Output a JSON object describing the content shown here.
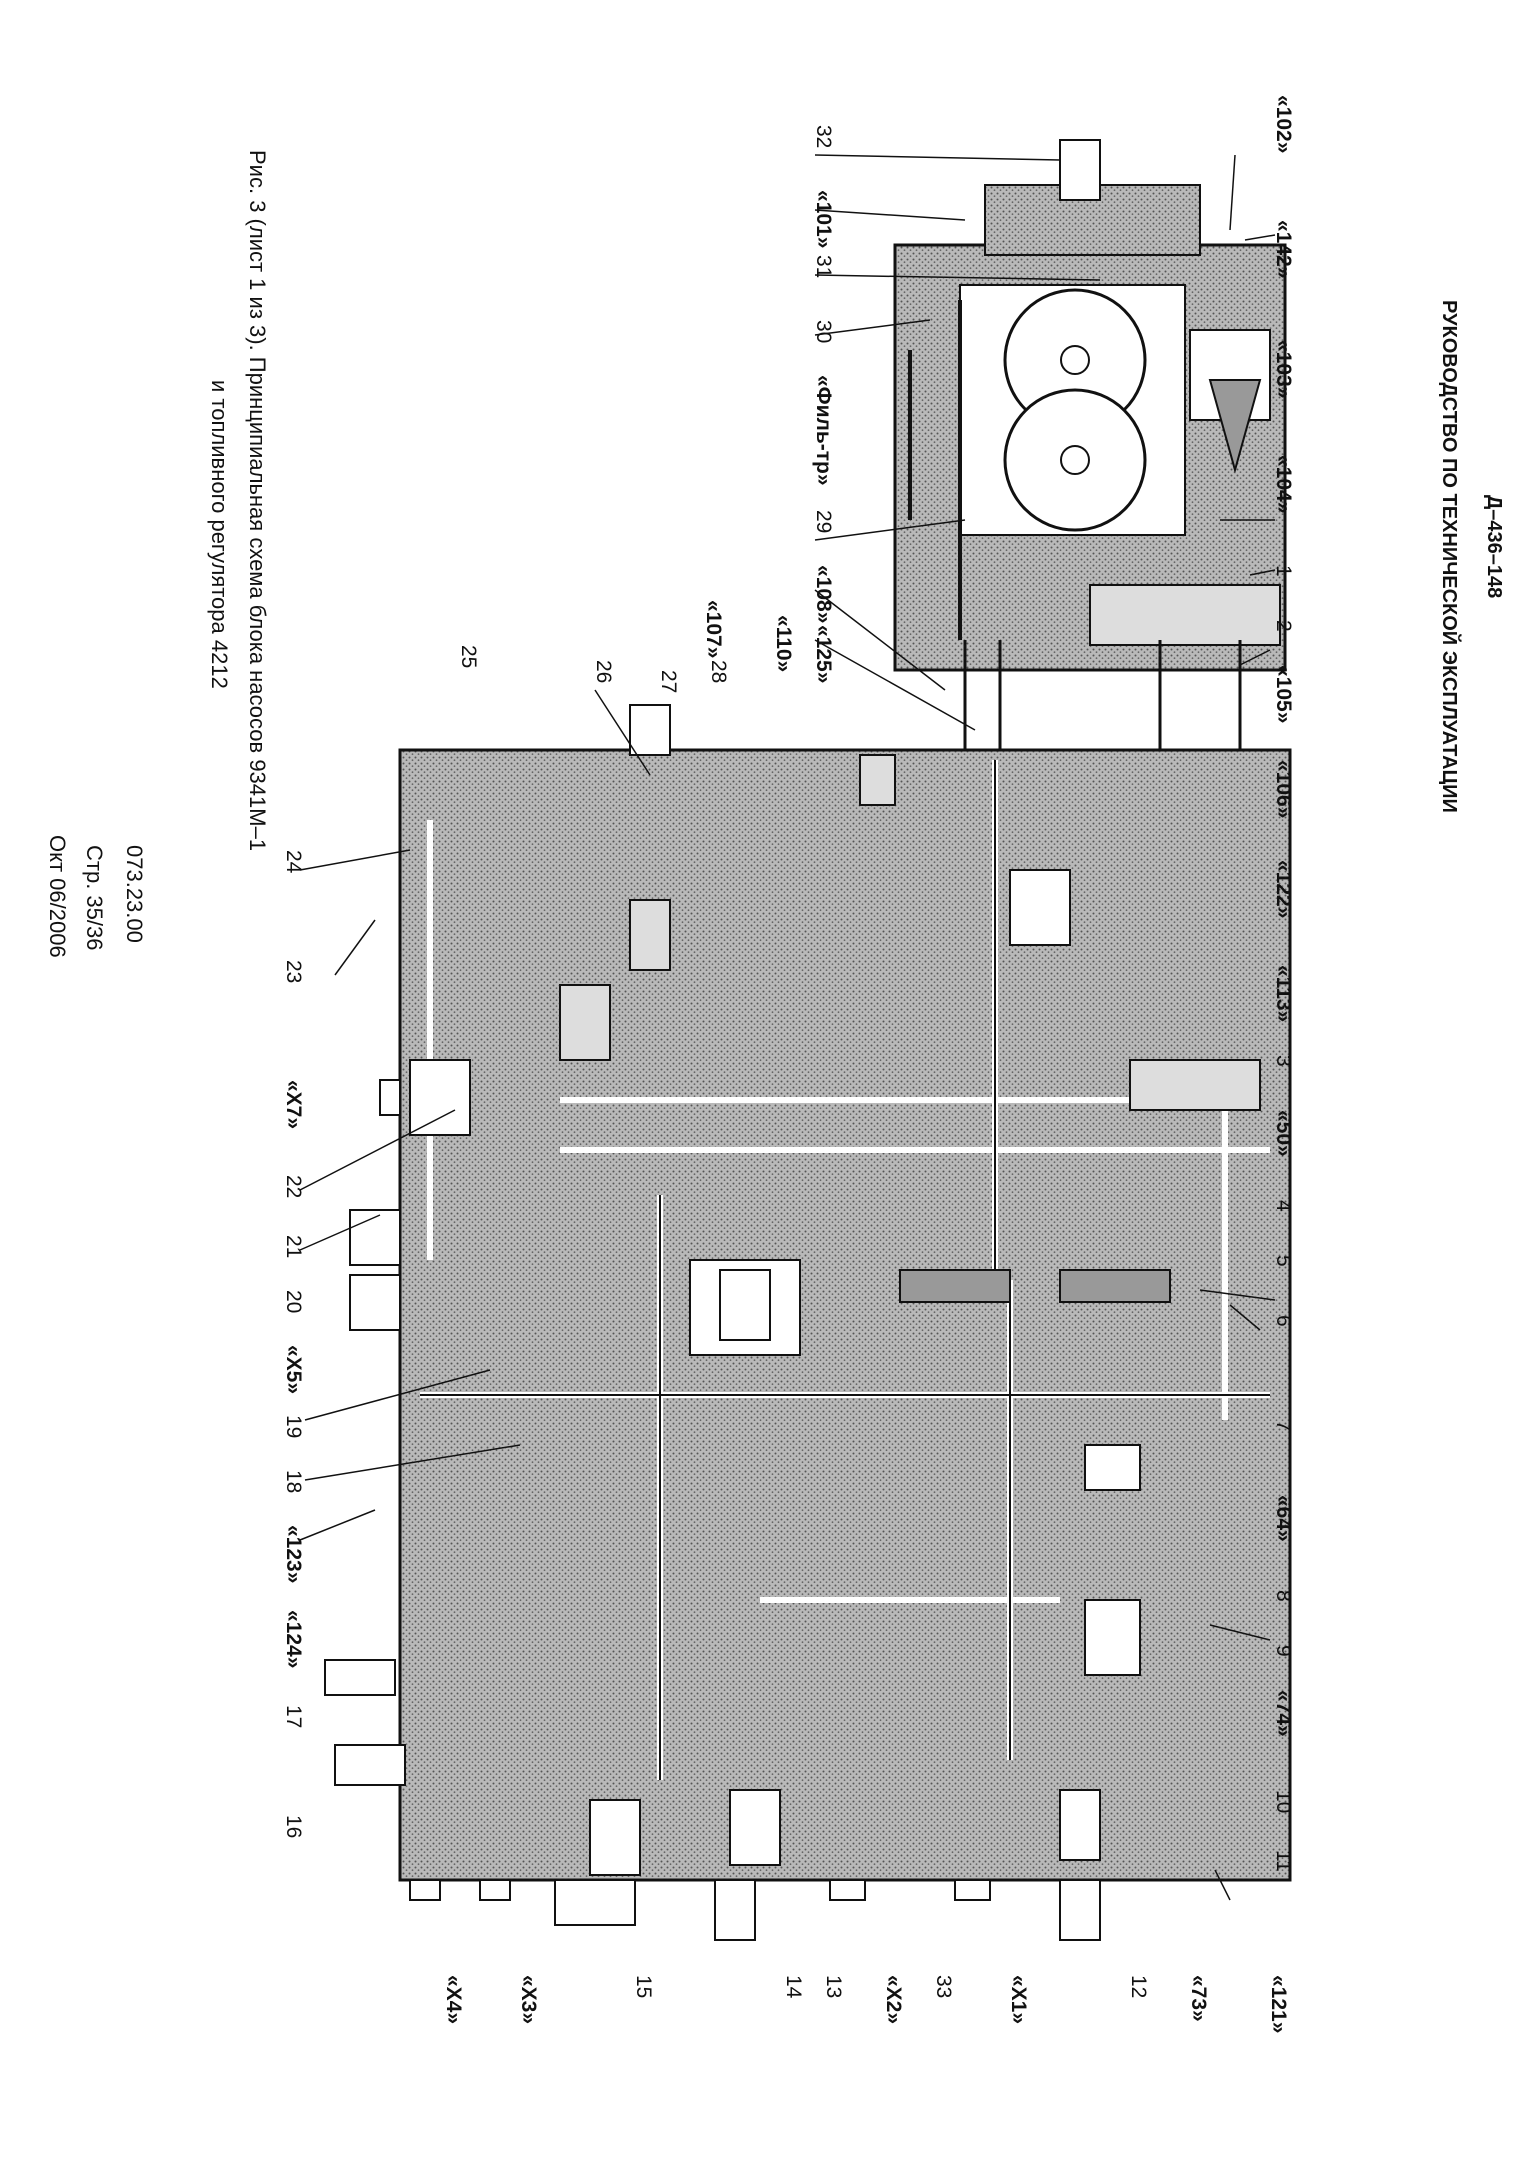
{
  "header": {
    "doc_code": "Д–436–148",
    "manual_title": "РУКОВОДСТВО ПО ТЕХНИЧЕСКОЙ ЭКСПЛУАТАЦИИ"
  },
  "caption": {
    "line1": "Рис. 3 (лист 1 из 3). Принципиальная схема блока насосов 9341М–1",
    "line2": "и топливного регулятора 4212"
  },
  "footer": {
    "ref": "073.23.00",
    "page": "Стр. 35/36",
    "date": "Окт 06/2006"
  },
  "labels_right": [
    "«102»",
    "«142»",
    "«103»",
    "«104»",
    "1",
    "2",
    "«105»",
    "«106»",
    "«122»",
    "«113»",
    "3",
    "«50»",
    "4",
    "5",
    "6",
    "7",
    "«64»",
    "8",
    "9",
    "«74»",
    "10",
    "11",
    "«73»",
    "«121»"
  ],
  "labels_left": [
    "32",
    "«101»",
    "31",
    "30",
    "«Филь-тр»",
    "29",
    "«108»",
    "«125»",
    "«110»",
    "28",
    "«107»",
    "27",
    "26",
    "25",
    "24",
    "23"
  ],
  "labels_bottom": [
    "«Х7»",
    "22",
    "21",
    "20",
    "«Х5»",
    "19",
    "18",
    "«123»",
    "«124»",
    "17",
    "16",
    "15",
    "«Х4»",
    "«Х3»",
    "14",
    "13",
    "«Х2»",
    "33",
    "«Х1»",
    "12"
  ],
  "colors": {
    "stipple": "#7a7a7a",
    "background": "#ffffff",
    "ink": "#111111"
  }
}
